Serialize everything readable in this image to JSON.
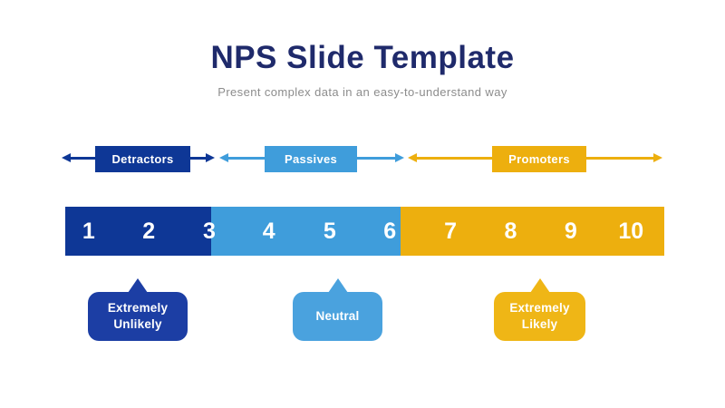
{
  "slide": {
    "title": "NPS Slide Template",
    "subtitle": "Present complex data in an easy-to-understand way"
  },
  "colors": {
    "title_text": "#1F2A6B",
    "subtitle_text": "#8C8C8C",
    "number_text": "#FFFFFF"
  },
  "groups": [
    {
      "label": "Detractors",
      "callout": "Extremely Unlikely",
      "color": "#0E3796",
      "callout_color": "#1C3EA4"
    },
    {
      "label": "Passives",
      "callout": "Neutral",
      "color": "#3F9DDB",
      "callout_color": "#4AA2DE"
    },
    {
      "label": "Promoters",
      "callout": "Extremely Likely",
      "color": "#EDAF0E",
      "callout_color": "#EFB616"
    }
  ],
  "scale": {
    "numbers": [
      "1",
      "2",
      "3",
      "4",
      "5",
      "6",
      "7",
      "8",
      "9",
      "10"
    ]
  }
}
